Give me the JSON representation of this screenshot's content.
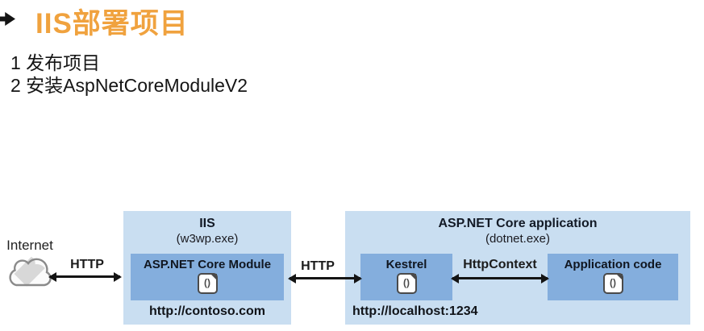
{
  "title": {
    "text": "IIS部署项目",
    "color": "#f0a23e"
  },
  "steps": [
    "1 发布项目",
    "2 安装AspNetCoreModuleV2"
  ],
  "diagram": {
    "internet_label": "Internet",
    "http_label_1": "HTTP",
    "http_label_2": "HTTP",
    "httpcontext_label": "HttpContext",
    "code_icon_glyph": "()",
    "iis": {
      "title": "IIS",
      "process": "(w3wp.exe)",
      "module": "ASP.NET Core Module",
      "url": "http://contoso.com"
    },
    "aspnet": {
      "title": "ASP.NET Core application",
      "process": "(dotnet.exe)",
      "kestrel": "Kestrel",
      "app_code": "Application code",
      "url": "http://localhost:1234"
    },
    "colors": {
      "outer_box": "#c9def1",
      "inner_box": "#84aedd",
      "arrow": "#141414"
    }
  }
}
